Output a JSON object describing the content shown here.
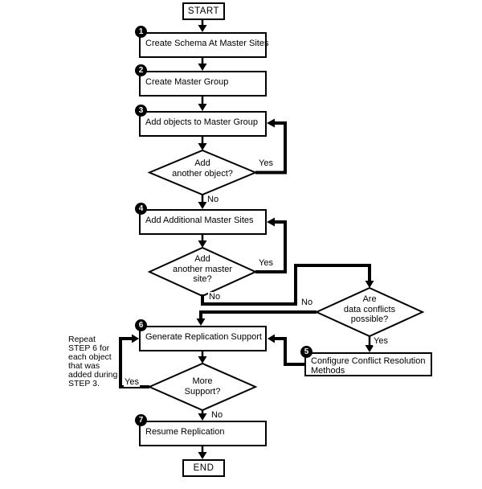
{
  "terminals": {
    "start": "START",
    "end": "END"
  },
  "labels": {
    "yes": "Yes",
    "no": "No"
  },
  "steps": [
    {
      "num": "1",
      "label": "Create Schema At Master Sites"
    },
    {
      "num": "2",
      "label": "Create Master Group"
    },
    {
      "num": "3",
      "label": "Add objects to Master Group"
    },
    {
      "num": "4",
      "label": "Add Additional Master Sites"
    },
    {
      "num": "5",
      "line1": "Configure Conflict Resolution",
      "line2": "Methods"
    },
    {
      "num": "6",
      "label": "Generate Replication Support"
    },
    {
      "num": "7",
      "label": "Resume Replication"
    }
  ],
  "decisions": {
    "add_object": {
      "line1": "Add",
      "line2": "another object?"
    },
    "add_master": {
      "line1": "Add",
      "line2": "another master",
      "line3": "site?"
    },
    "conflicts": {
      "line1": "Are",
      "line2": "data conflicts",
      "line3": "possible?"
    },
    "more_support": {
      "line1": "More",
      "line2": "Support?"
    }
  },
  "note": {
    "line1": "Repeat",
    "line2": "STEP 6 for",
    "line3": "each object",
    "line4": "that was",
    "line5": "added during",
    "line6": "STEP 3."
  },
  "colors": {
    "ink": "#000000",
    "paper": "#ffffff"
  }
}
